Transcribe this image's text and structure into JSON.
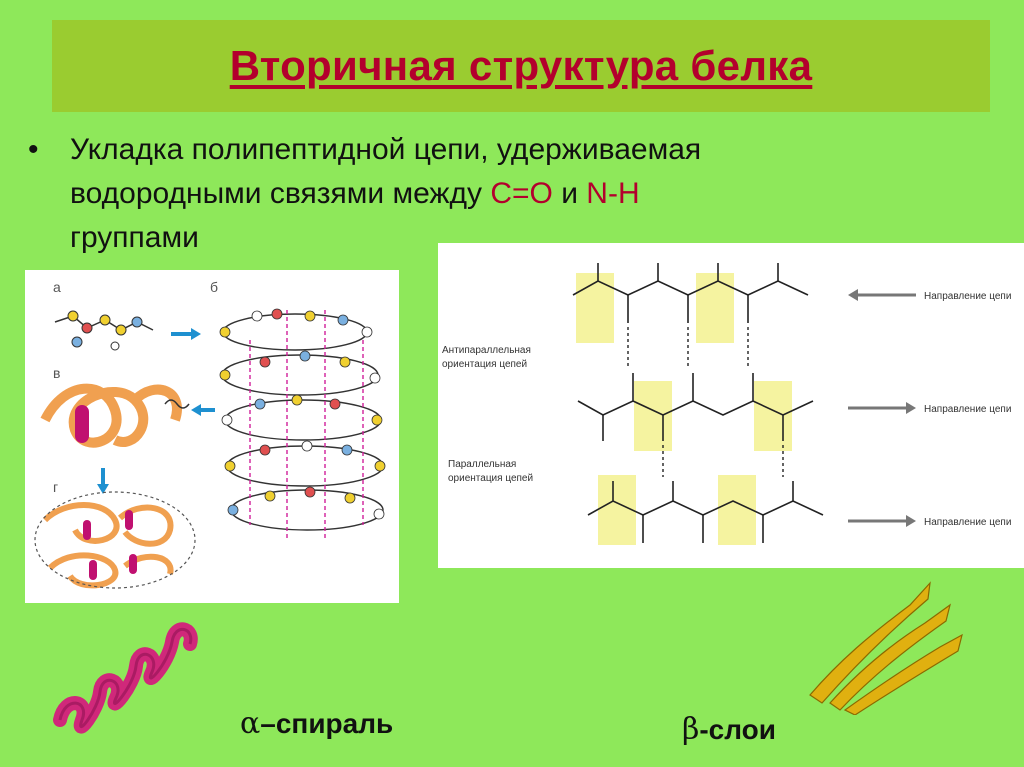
{
  "slide": {
    "title": "Вторичная структура белка",
    "bullet": {
      "marker": "•",
      "text_1": "Укладка полипептидной цепи, удерживаемая",
      "text_2": "водородными связями между ",
      "co": "С=О",
      "conj": " и ",
      "nh": "N-H",
      "text_3": "группами"
    }
  },
  "alpha_panel": {
    "label_a": "а",
    "label_b": "б",
    "label_v": "в",
    "label_g": "г"
  },
  "beta_panel": {
    "antiparallel_1": "Антипараллельная",
    "antiparallel_2": "ориентация цепей",
    "parallel_1": "Параллельная",
    "parallel_2": "ориентация цепей",
    "direction_1": "Направление цепи",
    "direction_2": "Направление цепи",
    "direction_3": "Направление цепи"
  },
  "captions": {
    "alpha_symbol": "α",
    "alpha_text": "–спираль",
    "beta_symbol": "β",
    "beta_text": "-слои"
  },
  "colors": {
    "background": "#8ee85a",
    "title_bar": "#9acc30",
    "title": "#b3002d",
    "helix_ribbon": "#d0287a",
    "sheet_ribbon": "#e0b010",
    "highlight": "#f5f3a0"
  }
}
